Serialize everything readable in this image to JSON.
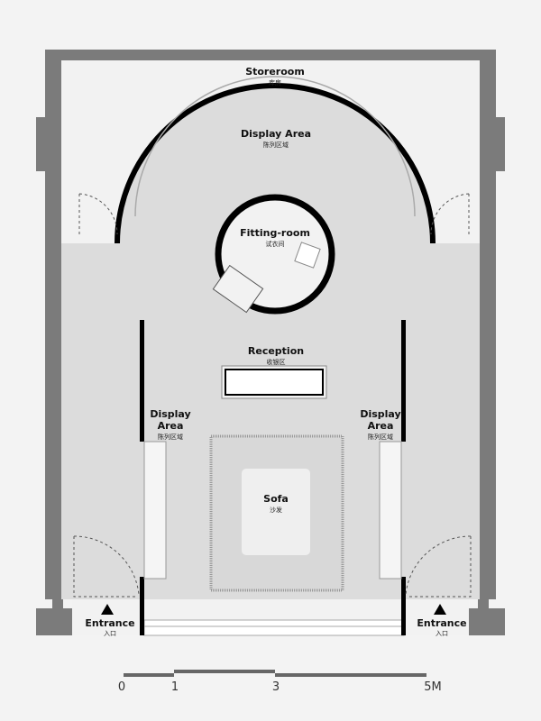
{
  "plan": {
    "rooms": {
      "storeroom": {
        "en": "Storeroom",
        "zh": "库房"
      },
      "display_top": {
        "en": "Display Area",
        "zh": "陈列区域"
      },
      "fitting": {
        "en": "Fitting-room",
        "zh": "试衣间"
      },
      "reception": {
        "en": "Reception",
        "zh": "收银区"
      },
      "display_left": {
        "en1": "Display",
        "en2": "Area",
        "zh": "陈列区域"
      },
      "display_right": {
        "en1": "Display",
        "en2": "Area",
        "zh": "陈列区域"
      },
      "sofa": {
        "en": "Sofa",
        "zh": "沙发"
      },
      "entrance_left": {
        "en": "Entrance",
        "zh": "入口"
      },
      "entrance_right": {
        "en": "Entrance",
        "zh": "入口"
      }
    },
    "scale": {
      "ticks": [
        "0",
        "1",
        "3",
        "5M"
      ]
    },
    "colors": {
      "wall": "#7b7b7b",
      "floor": "#dcdcdc",
      "back": "#f2f2f2",
      "partition": "#000000"
    }
  }
}
